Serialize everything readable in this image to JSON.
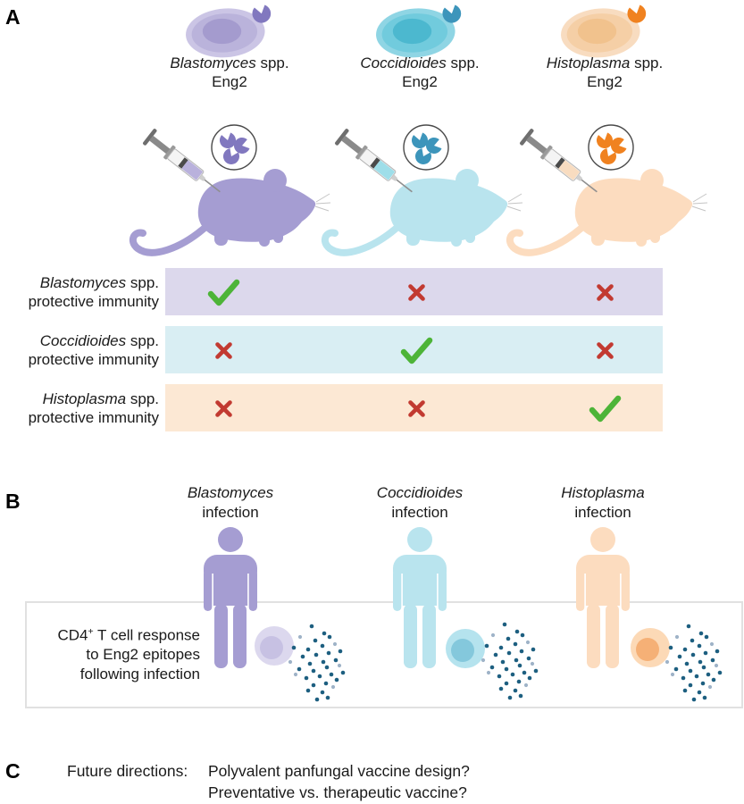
{
  "colors": {
    "purple": "#a59dd2",
    "blue": "#b9e4ee",
    "orange": "#fcdcbf",
    "purple-band": "#dcd8ec",
    "blue-band": "#d9eef3",
    "orange-band": "#fce8d4",
    "check-green": "#4db438",
    "cross-red": "#c23a31",
    "dot-teal": "#1d5f80"
  },
  "panel_a": {
    "label": "A",
    "organisms": [
      {
        "genus": "Blastomyces",
        "suffix": " spp.",
        "protein": "Eng2"
      },
      {
        "genus": "Coccidioides",
        "suffix": " spp.",
        "protein": "Eng2"
      },
      {
        "genus": "Histoplasma",
        "suffix": " spp.",
        "protein": "Eng2"
      }
    ],
    "matrix": {
      "rows": [
        {
          "genus": "Blastomyces",
          "suffix": " spp.",
          "line2": "protective immunity",
          "marks": [
            "check",
            "cross",
            "cross"
          ]
        },
        {
          "genus": "Coccidioides",
          "suffix": " spp.",
          "line2": "protective immunity",
          "marks": [
            "cross",
            "check",
            "cross"
          ]
        },
        {
          "genus": "Histoplasma",
          "suffix": " spp.",
          "line2": "protective immunity",
          "marks": [
            "cross",
            "cross",
            "check"
          ]
        }
      ]
    }
  },
  "panel_b": {
    "label": "B",
    "infections": [
      {
        "genus": "Blastomyces",
        "line2": "infection"
      },
      {
        "genus": "Coccidioides",
        "line2": "infection"
      },
      {
        "genus": "Histoplasma",
        "line2": "infection"
      }
    ],
    "caption": {
      "line1_base": "CD4",
      "line1_sup": "+",
      "line1_rest": " T cell response",
      "line2": "to Eng2 epitopes",
      "line3": "following infection"
    }
  },
  "panel_c": {
    "label": "C",
    "heading": "Future directions:",
    "questions": [
      "Polyvalent panfungal vaccine design?",
      "Preventative vs. therapeutic vaccine?"
    ]
  }
}
